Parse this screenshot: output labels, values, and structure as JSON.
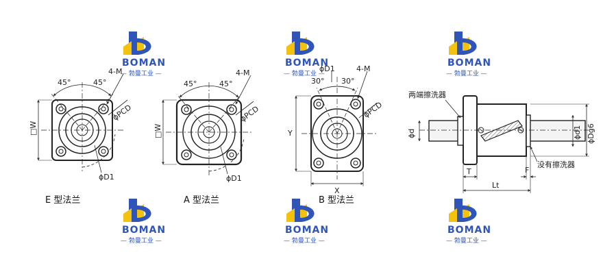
{
  "brand": {
    "logo_text": "BOMAN",
    "logo_subtitle": "— 勃曼工业 —",
    "colors": {
      "blue": "#2f55b8",
      "yellow": "#f2c20f"
    }
  },
  "views": {
    "e_flange": {
      "caption": "E 型法兰",
      "angle_left": "45°",
      "angle_right": "45°",
      "holes": "4-M",
      "pcd": "ϕPCD",
      "width": "□W",
      "bore": "ϕD1"
    },
    "a_flange": {
      "caption": "A 型法兰",
      "angle_left": "45°",
      "angle_right": "45°",
      "holes": "4-M",
      "pcd": "ϕPCD",
      "width": "□W",
      "bore": "ϕD1"
    },
    "b_flange": {
      "caption": "B 型法兰",
      "angle_left": "30°",
      "angle_right": "30°",
      "holes": "4-M",
      "pcd": "ϕPCD",
      "bore": "ϕD1",
      "height": "Y",
      "width": "X"
    },
    "side": {
      "wiper_both": "两端擦洗器",
      "wiper_none": "没有擦洗器",
      "shaft_dia": "ϕd",
      "d1": "ϕd1",
      "dg6": "ϕDg6",
      "t": "T",
      "f": "F",
      "lt": "Lt"
    }
  }
}
